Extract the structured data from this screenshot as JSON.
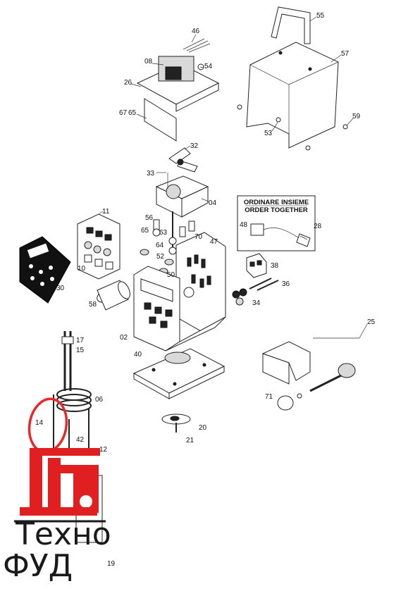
{
  "diagram": {
    "callouts": [
      "55",
      "57",
      "46",
      "08",
      "54",
      "26",
      "67",
      "65",
      "59",
      "53",
      "32",
      "33",
      "04",
      "11",
      "56",
      "65",
      "63",
      "70",
      "47",
      "64",
      "52",
      "10",
      "50",
      "30",
      "58",
      "38",
      "36",
      "34",
      "02",
      "17",
      "15",
      "40",
      "25",
      "06",
      "71",
      "14",
      "42",
      "20",
      "21",
      "12",
      "19"
    ],
    "order_box": {
      "line1": "ORDINARE INSIEME",
      "line2": "ORDER TOGETHER",
      "callouts": [
        "48",
        "28"
      ]
    }
  },
  "watermark": {
    "text1": "Техно",
    "text2": "ФУД",
    "colors": {
      "red": "#e02020",
      "dark": "#1a1a1a"
    }
  },
  "annotation": {
    "color": "#e8282b",
    "shape": "ellipse"
  }
}
